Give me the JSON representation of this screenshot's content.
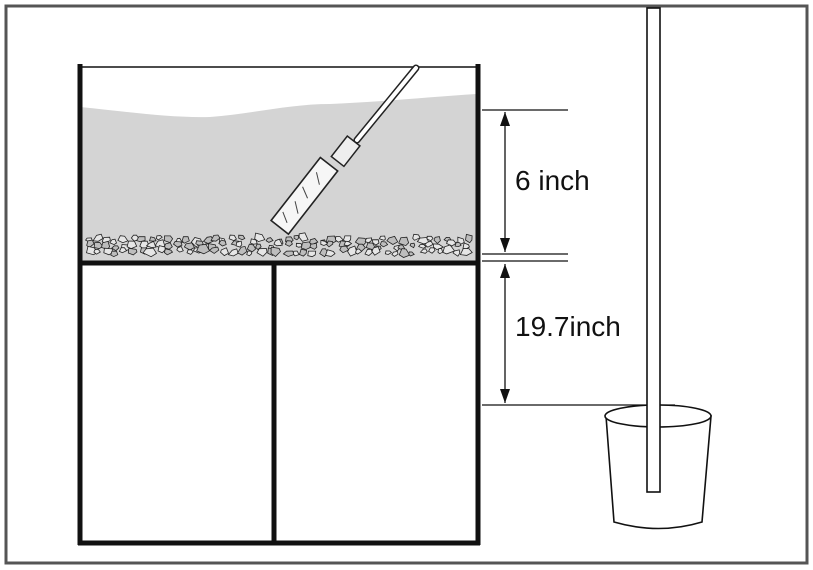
{
  "diagram": {
    "measurements": {
      "water_depth_label": "6 inch",
      "stand_height_label": "19.7inch"
    },
    "colors": {
      "frame": "#555555",
      "water": "#d4d4d4",
      "gravel": "#b8b8b8",
      "stand": "#222222",
      "outline": "#111111"
    },
    "objects": [
      "aquarium-tank",
      "aquarium-stand",
      "gravel-bed",
      "gravel-vacuum",
      "siphon-hose",
      "bucket"
    ]
  }
}
